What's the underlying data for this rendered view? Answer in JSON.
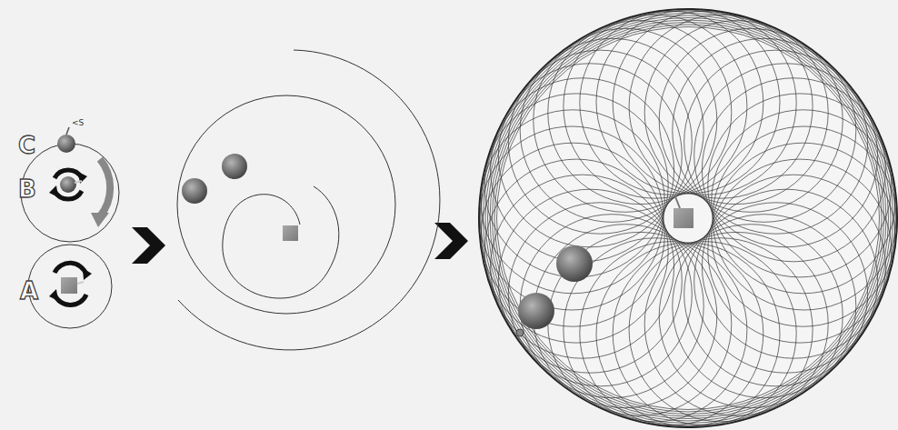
{
  "diagram": {
    "labels": [
      "C",
      "B",
      "A",
      "<S"
    ]
  }
}
